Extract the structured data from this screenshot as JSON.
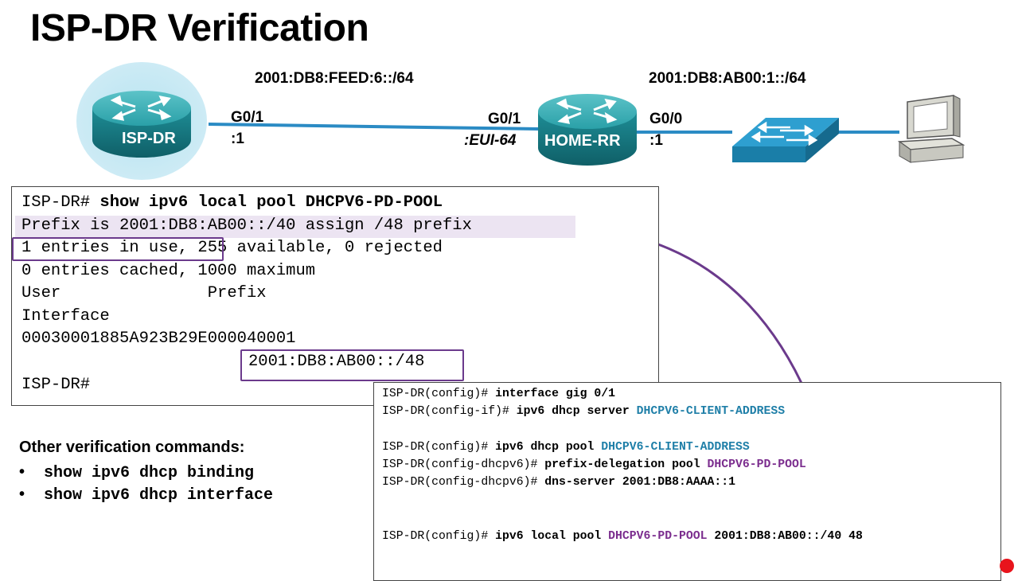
{
  "title": "ISP-DR Verification",
  "topology": {
    "left_prefix": "2001:DB8:FEED:6::/64",
    "right_prefix": "2001:DB8:AB00:1::/64",
    "isp_router": "ISP-DR",
    "home_router": "HOME-RR",
    "isp_if": "G0/1",
    "isp_if_addr": ":1",
    "home_wan_if": "G0/1",
    "home_wan_addr": ":EUI-64",
    "home_lan_if": "G0/0",
    "home_lan_addr": ":1"
  },
  "output": {
    "l1_prompt": "ISP-DR# ",
    "l1_cmd": "show ipv6 local pool DHCPV6-PD-POOL",
    "l2": "Prefix is 2001:DB8:AB00::/40 assign /48 prefix",
    "l3": "1 entries in use, 255 available, 0 rejected",
    "l4": "0 entries cached, 1000 maximum",
    "l5": "User               Prefix",
    "l6": "Interface",
    "l7": "00030001885A923B29E000040001",
    "l8": "2001:DB8:AB00::/48",
    "l9": "ISP-DR#"
  },
  "config": {
    "c1_prompt": "ISP-DR(config)# ",
    "c1_cmd": "interface gig 0/1",
    "c2_prompt": "ISP-DR(config-if)# ",
    "c2_cmd": "ipv6 dhcp server ",
    "c2_arg": "DHCPV6-CLIENT-ADDRESS",
    "c3_prompt": "ISP-DR(config)# ",
    "c3_cmd": "ipv6 dhcp pool ",
    "c3_arg": "DHCPV6-CLIENT-ADDRESS",
    "c4_prompt": "ISP-DR(config-dhcpv6)# ",
    "c4_cmd": "prefix-delegation pool ",
    "c4_arg": "DHCPV6-PD-POOL",
    "c5_prompt": "ISP-DR(config-dhcpv6)# ",
    "c5_cmd": "dns-server 2001:DB8:AAAA::1",
    "c6_prompt": "ISP-DR(config)# ",
    "c6_cmd": "ipv6 local pool ",
    "c6_arg": "DHCPV6-PD-POOL",
    "c6_tail": " 2001:DB8:AB00::/40 48"
  },
  "other": {
    "heading": "Other verification commands:",
    "items": [
      "show ipv6 dhcp binding",
      "show ipv6 dhcp interface"
    ]
  },
  "colors": {
    "link": "#2b8bc4",
    "router": "#1d8e97",
    "highlight_box": "#6b3a8c",
    "keyword_blue": "#1f7fa8",
    "keyword_purple": "#7b2d8e"
  }
}
